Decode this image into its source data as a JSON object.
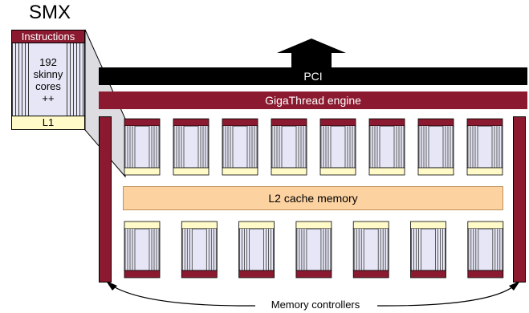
{
  "smx_detail": {
    "title": "SMX",
    "instructions_label": "Instructions",
    "cores_line1": "192",
    "cores_line2": "skinny",
    "cores_line3": "cores",
    "cores_line4": "++",
    "l1_label": "L1"
  },
  "chip": {
    "pci_label": "PCI",
    "gigathread_label": "GigaThread engine",
    "l2_label": "L2 cache memory",
    "memory_controllers_label": "Memory controllers",
    "top_row_smx_count": 8,
    "bottom_row_smx_count": 7
  },
  "colors": {
    "maroon": "#8b1a30",
    "l1_yellow": "#fffac8",
    "core_lavender": "#e6e6f6",
    "l2_orange": "#fcd2a0",
    "pci_black": "#000000"
  }
}
